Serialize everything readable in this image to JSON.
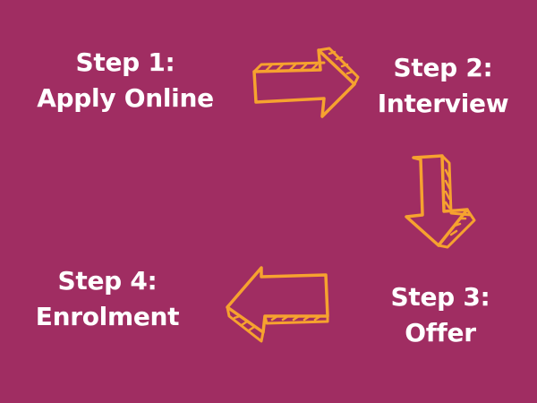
{
  "diagram": {
    "background_color": "#a02d62",
    "arrow_color": "#f6a22f",
    "text_color": "#ffffff",
    "steps": [
      {
        "title": "Step 1:",
        "label": "Apply Online"
      },
      {
        "title": "Step 2:",
        "label": "Interview"
      },
      {
        "title": "Step 3:",
        "label": "Offer"
      },
      {
        "title": "Step 4:",
        "label": "Enrolment"
      }
    ],
    "arrows": [
      {
        "from": "Step 1",
        "to": "Step 2",
        "direction": "right"
      },
      {
        "from": "Step 2",
        "to": "Step 3",
        "direction": "down"
      },
      {
        "from": "Step 3",
        "to": "Step 4",
        "direction": "left"
      }
    ]
  }
}
